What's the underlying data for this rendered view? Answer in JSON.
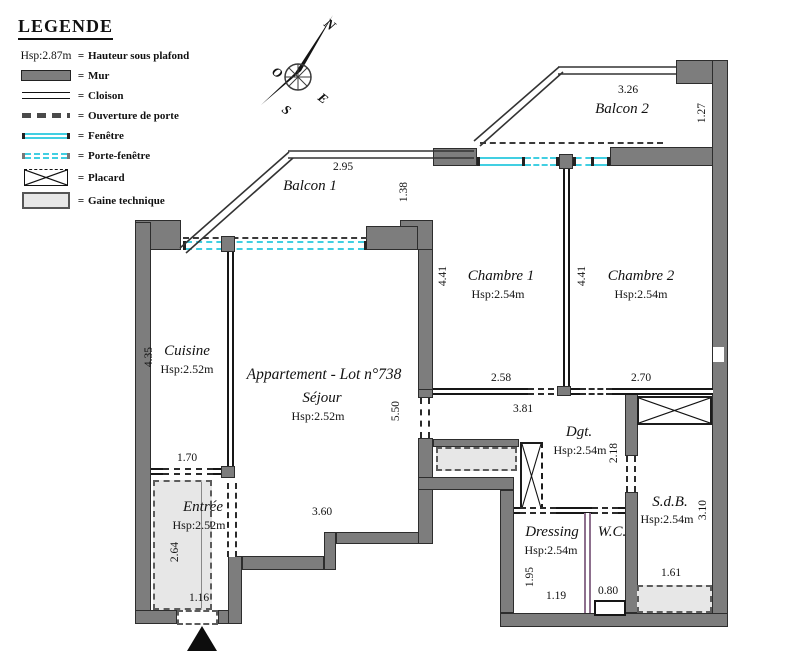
{
  "legend": {
    "title": "LEGENDE",
    "equals": "=",
    "items": [
      {
        "key": "Hsp:2.87m",
        "symbol": "hsp-sample",
        "label": "Hauteur sous plafond"
      },
      {
        "key": "",
        "symbol": "wall",
        "label": "Mur"
      },
      {
        "key": "",
        "symbol": "partition",
        "label": "Cloison"
      },
      {
        "key": "",
        "symbol": "door-opening",
        "label": "Ouverture de porte"
      },
      {
        "key": "",
        "symbol": "window",
        "label": "Fenêtre"
      },
      {
        "key": "",
        "symbol": "french-window",
        "label": "Porte-fenêtre"
      },
      {
        "key": "",
        "symbol": "closet",
        "label": "Placard"
      },
      {
        "key": "",
        "symbol": "duct",
        "label": "Gaine technique"
      }
    ]
  },
  "compass": {
    "n": "N",
    "o": "O",
    "e": "E",
    "s": "S"
  },
  "rooms": {
    "apartment_title": "Appartement - Lot n°738",
    "sejour": {
      "name": "Séjour",
      "hsp": "Hsp:2.52m",
      "height": "5.50",
      "width": "3.60"
    },
    "cuisine": {
      "name": "Cuisine",
      "hsp": "Hsp:2.52m",
      "height": "4.35",
      "width": "1.70"
    },
    "entree": {
      "name": "Entrée",
      "hsp": "Hsp:2.52m",
      "height": "2.64",
      "door_width": "1.16"
    },
    "balcon1": {
      "name": "Balcon 1",
      "width": "2.95",
      "depth": "1.38"
    },
    "balcon2": {
      "name": "Balcon 2",
      "width": "3.26",
      "depth": "1.27"
    },
    "chambre1": {
      "name": "Chambre 1",
      "hsp": "Hsp:2.54m",
      "height": "4.41",
      "width": "2.58"
    },
    "chambre2": {
      "name": "Chambre 2",
      "hsp": "Hsp:2.54m",
      "height": "4.41",
      "width": "2.70"
    },
    "degagement": {
      "name": "Dgt.",
      "hsp": "Hsp:2.54m",
      "width": "3.81",
      "height": "2.18"
    },
    "dressing": {
      "name": "Dressing",
      "hsp": "Hsp:2.54m",
      "height": "1.95",
      "width": "1.19"
    },
    "wc": {
      "name": "W.C.",
      "width": "0.80"
    },
    "sdb": {
      "name": "S.d.B.",
      "hsp": "Hsp:2.54m",
      "height": "3.10",
      "width": "1.61"
    }
  },
  "colors": {
    "wall_gray": "#7d7d7d",
    "window_cyan": "#41cfe2",
    "duct_gray": "#e7e7e7"
  }
}
